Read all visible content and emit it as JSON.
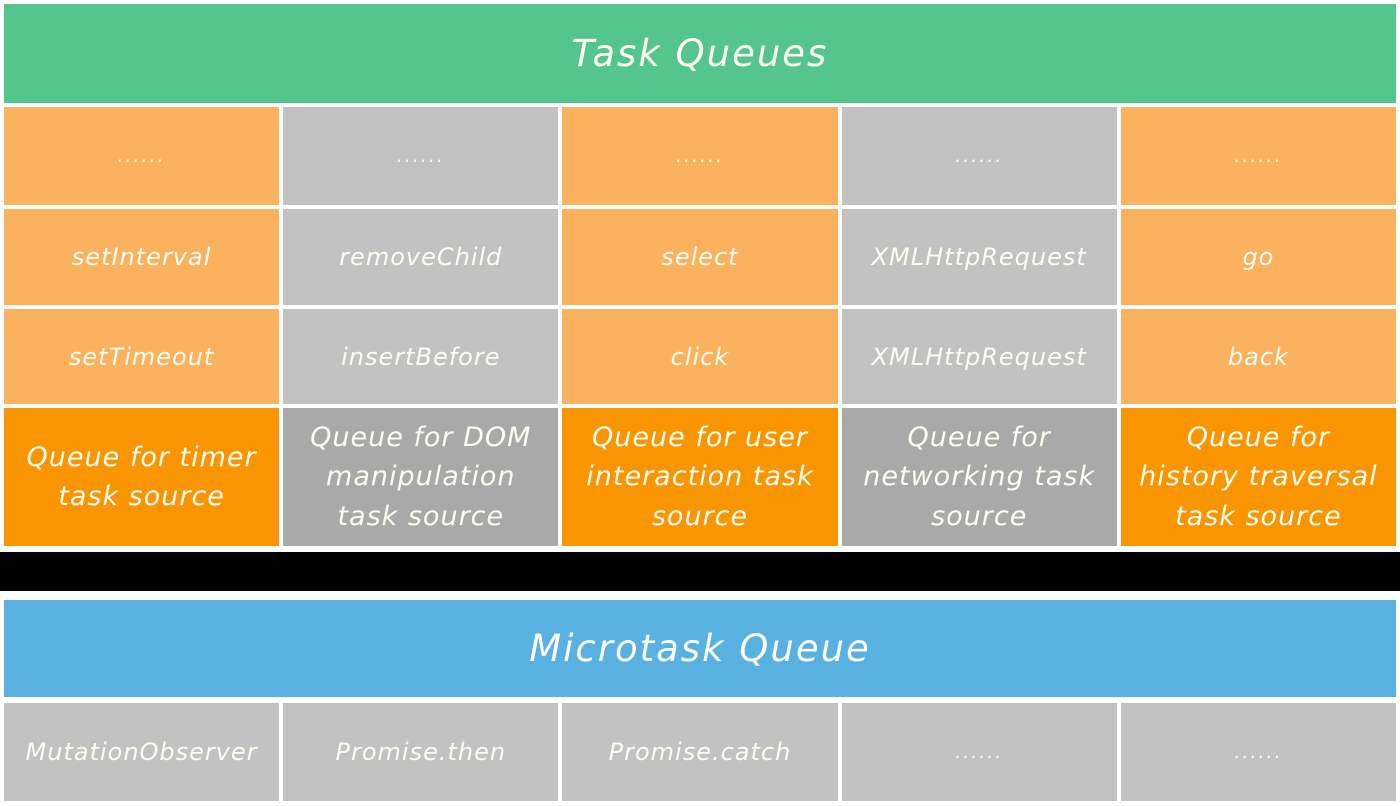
{
  "colors": {
    "task_header": "#55C58E",
    "micro_header": "#58B1E0",
    "cell_orange": "#FBB25E",
    "cell_gray": "#C2C2C2",
    "label_orange": "#F99500",
    "label_gray": "#A9A9A9",
    "separator": "#000000",
    "text": "#FCFCF2"
  },
  "task_queues": {
    "title": "Task Queues",
    "columns": [
      {
        "theme": "orange",
        "items": [
          "......",
          "setInterval",
          "setTimeout"
        ],
        "label": "Queue for timer task source"
      },
      {
        "theme": "gray",
        "items": [
          "......",
          "removeChild",
          "insertBefore"
        ],
        "label": "Queue for DOM manipulation task source"
      },
      {
        "theme": "orange",
        "items": [
          "......",
          "select",
          "click"
        ],
        "label": "Queue for user interaction task source"
      },
      {
        "theme": "gray",
        "items": [
          "......",
          "XMLHttpRequest",
          "XMLHttpRequest"
        ],
        "label": "Queue for networking task source"
      },
      {
        "theme": "orange",
        "items": [
          "......",
          "go",
          "back"
        ],
        "label": "Queue for history traversal task source"
      }
    ]
  },
  "microtask_queue": {
    "title": "Microtask Queue",
    "items": [
      "MutationObserver",
      "Promise.then",
      "Promise.catch",
      "......",
      "......"
    ]
  }
}
